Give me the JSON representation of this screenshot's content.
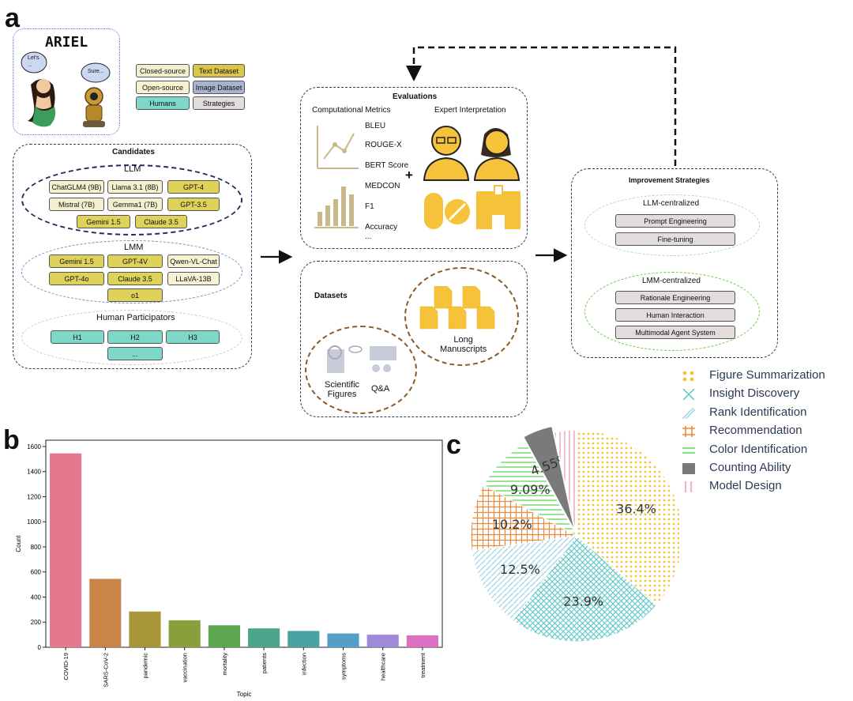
{
  "panels": {
    "a": "a",
    "b": "b",
    "c": "c"
  },
  "ariel": {
    "title": "ARIEL",
    "bubble_left": "Let's ...",
    "bubble_right": "Sure..."
  },
  "legend_keys": [
    {
      "label": "Closed-source",
      "kind": "closed"
    },
    {
      "label": "Text Dataset",
      "kind": "text"
    },
    {
      "label": "Open-source",
      "kind": "open"
    },
    {
      "label": "Image Dataset",
      "kind": "img"
    },
    {
      "label": "Humans",
      "kind": "human"
    },
    {
      "label": "Strategies",
      "kind": "strat"
    }
  ],
  "candidates": {
    "title": "Candidates",
    "llm_title": "LLM",
    "llm": [
      "ChatGLM4 (9B)",
      "Llama 3.1 (8B)",
      "GPT-4",
      "Mistral (7B)",
      "Gemma1 (7B)",
      "GPT-3.5",
      "Gemini 1.5",
      "Claude 3.5"
    ],
    "lmm_title": "LMM",
    "lmm": [
      "Gemini 1.5",
      "GPT-4V",
      "Qwen-VL-Chat",
      "GPT-4o",
      "Claude 3.5",
      "LLaVA-13B",
      "o1"
    ],
    "human_title": "Human Participators",
    "humans": [
      "H1",
      "H2",
      "H3",
      "..."
    ]
  },
  "evaluations": {
    "title": "Evaluations",
    "comp_title": "Computational Metrics",
    "expert_title": "Expert Interpretation",
    "metrics": [
      "BLEU",
      "ROUGE-X",
      "BERT Score",
      "MEDCON",
      "F1",
      "Accuracy",
      "..."
    ],
    "plus": "+"
  },
  "datasets": {
    "title": "Datasets",
    "long": "Long\nManuscripts",
    "figures": "Scientific\nFigures",
    "qa": "Q&A"
  },
  "strategies": {
    "title": "Improvement Strategies",
    "llm_title": "LLM-centralized",
    "llm": [
      "Prompt Engineering",
      "Fine-tuning"
    ],
    "lmm_title": "LMM-centralized",
    "lmm": [
      "Rationale Engineering",
      "Human Interaction",
      "Multimodal Agent System"
    ]
  },
  "chart_data": [
    {
      "type": "bar",
      "title": "",
      "xlabel": "Topic",
      "ylabel": "Count",
      "ylim": [
        0,
        1650
      ],
      "yticks": [
        0,
        200,
        400,
        600,
        800,
        1000,
        1200,
        1400,
        1600
      ],
      "categories": [
        "COVID-19",
        "SARS-CoV-2",
        "pandemic",
        "vaccination",
        "mortality",
        "patients",
        "infection",
        "symptoms",
        "healthcare",
        "treatment"
      ],
      "values": [
        1545,
        545,
        285,
        215,
        175,
        150,
        130,
        110,
        100,
        95
      ],
      "colors": [
        "#e6788e",
        "#c98448",
        "#a9963a",
        "#8a9e3c",
        "#5da54f",
        "#4aa58a",
        "#4aa2a2",
        "#52a0c8",
        "#a189d9",
        "#dc6fc2"
      ]
    },
    {
      "type": "pie",
      "title": "",
      "slices": [
        {
          "label": "Figure Summarization",
          "value": 36.4,
          "text": "36.4%",
          "color": "#f5c23a",
          "pattern": "dots"
        },
        {
          "label": "Insight Discovery",
          "value": 23.9,
          "text": "23.9%",
          "color": "#69c9c9",
          "pattern": "cross"
        },
        {
          "label": "Rank Identification",
          "value": 12.5,
          "text": "12.5%",
          "color": "#a9d8e6",
          "pattern": "diag"
        },
        {
          "label": "Recommendation",
          "value": 10.2,
          "text": "10.2%",
          "color": "#ec8a3c",
          "pattern": "grid"
        },
        {
          "label": "Color Identification",
          "value": 9.09,
          "text": "9.09%",
          "color": "#8ee08a",
          "pattern": "hlines"
        },
        {
          "label": "Counting Ability",
          "value": 4.55,
          "text": "4.55%",
          "color": "#7a7a7a",
          "pattern": "solid"
        },
        {
          "label": "Model Design",
          "value": 3.41,
          "text": "3.41%",
          "color": "#f1b6c6",
          "pattern": "vlines"
        }
      ]
    }
  ]
}
